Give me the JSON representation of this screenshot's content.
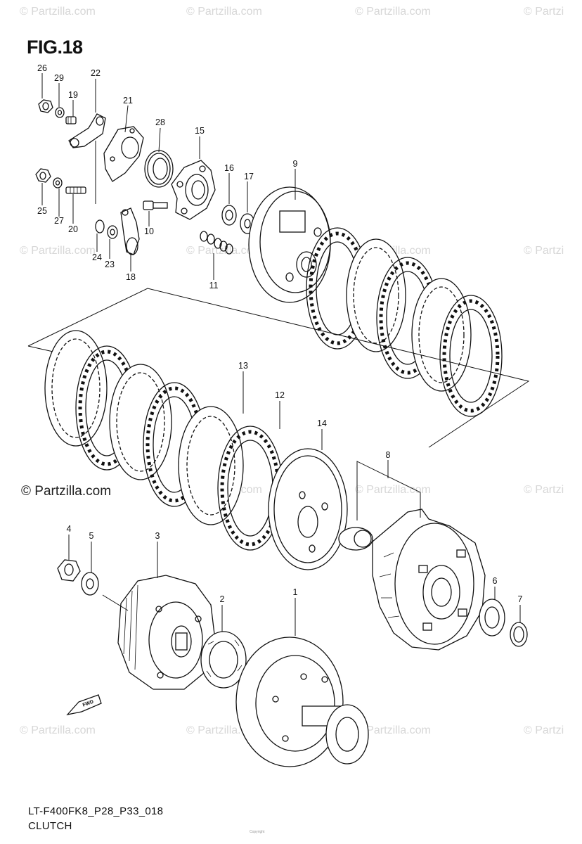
{
  "figure": {
    "title": "FIG.18",
    "model_code": "LT-F400FK8_P28_P33_018",
    "section_name": "CLUTCH",
    "copyright_line": "Copyright",
    "watermark_text": "© Partzilla.com",
    "watermark_short": "© Partzi"
  },
  "parts": [
    {
      "number": "1"
    },
    {
      "number": "2"
    },
    {
      "number": "3"
    },
    {
      "number": "4"
    },
    {
      "number": "5"
    },
    {
      "number": "6"
    },
    {
      "number": "7"
    },
    {
      "number": "8"
    },
    {
      "number": "9"
    },
    {
      "number": "10"
    },
    {
      "number": "11"
    },
    {
      "number": "12"
    },
    {
      "number": "13"
    },
    {
      "number": "14"
    },
    {
      "number": "15"
    },
    {
      "number": "16"
    },
    {
      "number": "17"
    },
    {
      "number": "18"
    },
    {
      "number": "19"
    },
    {
      "number": "20"
    },
    {
      "number": "21"
    },
    {
      "number": "22"
    },
    {
      "number": "23"
    },
    {
      "number": "24"
    },
    {
      "number": "25"
    },
    {
      "number": "26"
    },
    {
      "number": "27"
    },
    {
      "number": "28"
    },
    {
      "number": "29"
    }
  ],
  "front_arrow": {
    "label": "FWD",
    "icon": "front-direction-arrow-icon"
  },
  "colors": {
    "line": "#111111",
    "watermark": "#d7d7d7",
    "background": "#ffffff"
  }
}
